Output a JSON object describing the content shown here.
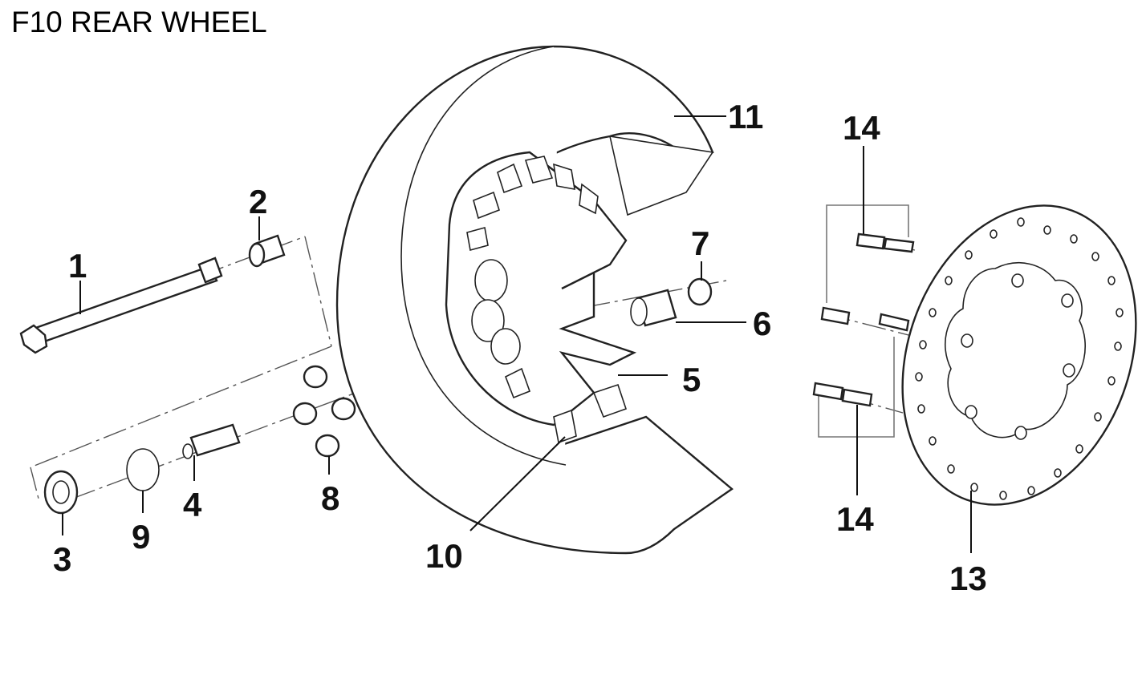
{
  "title": "F10 REAR WHEEL",
  "parts": [
    {
      "id": "1",
      "label": "1"
    },
    {
      "id": "2",
      "label": "2"
    },
    {
      "id": "3",
      "label": "3"
    },
    {
      "id": "4",
      "label": "4"
    },
    {
      "id": "5",
      "label": "5"
    },
    {
      "id": "6",
      "label": "6"
    },
    {
      "id": "7",
      "label": "7"
    },
    {
      "id": "8",
      "label": "8"
    },
    {
      "id": "9",
      "label": "9"
    },
    {
      "id": "10",
      "label": "10"
    },
    {
      "id": "11",
      "label": "11"
    },
    {
      "id": "13",
      "label": "13"
    },
    {
      "id": "14a",
      "label": "14"
    },
    {
      "id": "14b",
      "label": "14"
    }
  ]
}
